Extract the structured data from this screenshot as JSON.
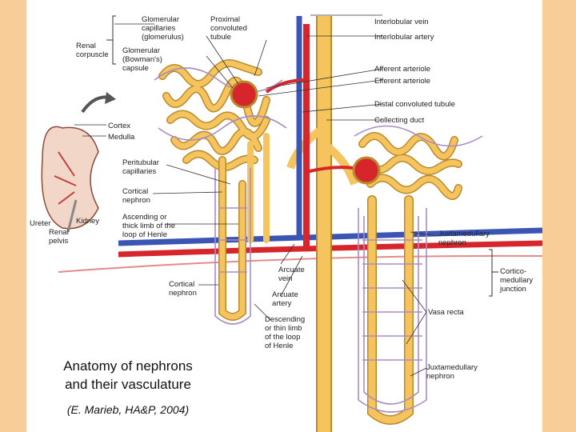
{
  "caption": {
    "line1": "Anatomy of nephrons",
    "line2": "and their vasculature",
    "citation": "(E. Marieb, HA&P, 2004)"
  },
  "labels": {
    "renal_corpuscle": [
      "Renal",
      "corpuscle"
    ],
    "glomerular_capillaries": [
      "Glomerular",
      "capillaries",
      "(glomerulus)"
    ],
    "glomerular_capsule": [
      "Glomerular",
      "(Bowman's)",
      "capsule"
    ],
    "proximal_tubule": [
      "Proximal",
      "convoluted",
      "tubule"
    ],
    "interlobular_vein": "Interlobular vein",
    "interlobular_artery": "Interlobular artery",
    "afferent_arteriole": "Afferent arteriole",
    "efferent_arteriole": "Efferent arteriole",
    "distal_tubule": "Distal convoluted tubule",
    "collecting_duct": "Collecting duct",
    "cortex": "Cortex",
    "medulla": "Medulla",
    "peritubular": [
      "Peritubular",
      "capillaries"
    ],
    "cortical_nephron_top": [
      "Cortical",
      "nephron"
    ],
    "ascending_limb": [
      "Ascending or",
      "thick limb of the",
      "loop of Henle"
    ],
    "ureter": "Ureter",
    "kidney": "Kidney",
    "renal_pelvis": [
      "Renal",
      "pelvis"
    ],
    "arcuate_vein": [
      "Arcuate",
      "vein"
    ],
    "arcuate_artery": [
      "Arcuate",
      "artery"
    ],
    "cortical_nephron_bottom": [
      "Cortical",
      "nephron"
    ],
    "descending_limb": [
      "Descending",
      "or thin limb",
      "of the loop",
      "of Henle"
    ],
    "juxtamedullary_nephron": [
      "Juxtamedullary",
      "nephron"
    ],
    "corticomedullary": [
      "Cortico-",
      "medullary",
      "junction"
    ],
    "vasa_recta": "Vasa recta",
    "juxtamedullary_bottom": [
      "Juxtamedullary",
      "nephron"
    ]
  },
  "colors": {
    "background": "#f9cd98",
    "tubule": "#f5c45e",
    "tubule_outline": "#b98a2a",
    "artery": "#d6262c",
    "vein": "#3b55b5",
    "capillary": "#a98cc6"
  }
}
